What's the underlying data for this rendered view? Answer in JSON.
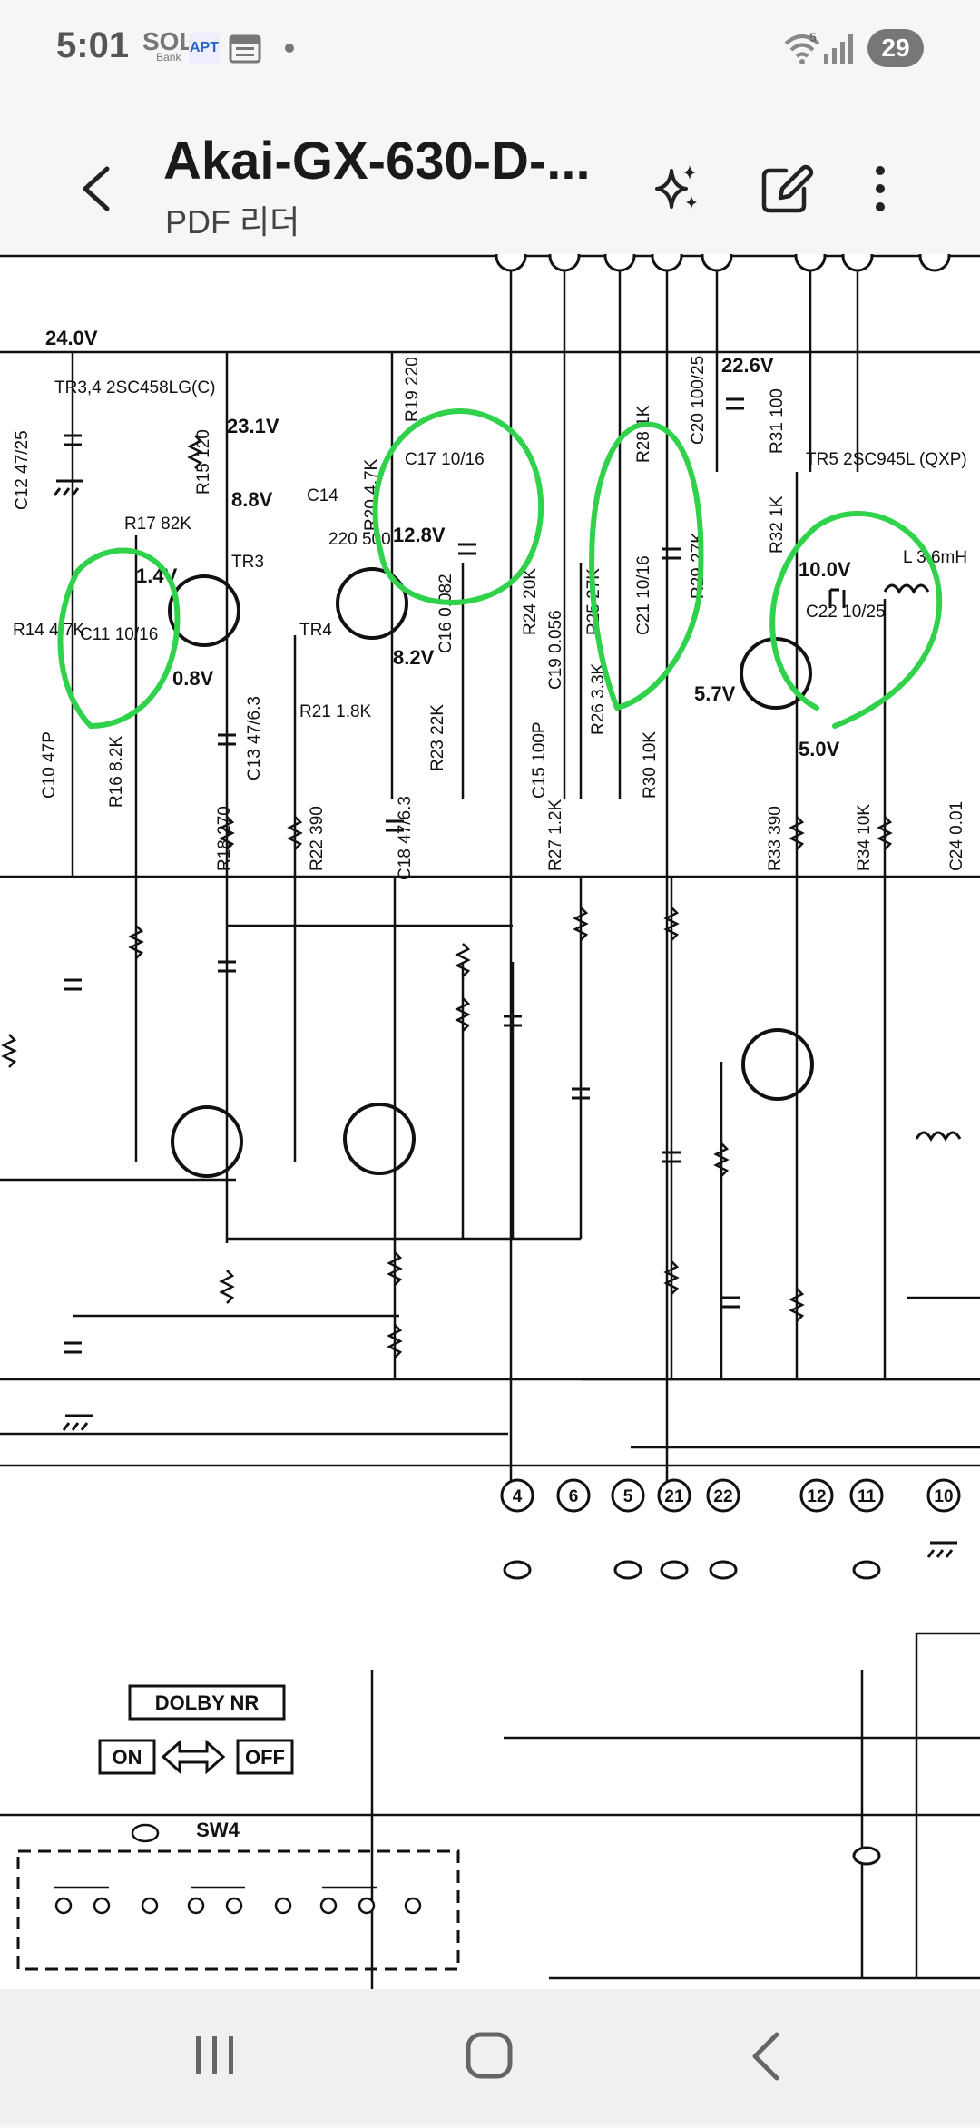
{
  "status_bar": {
    "time": "5:01",
    "notifications": [
      "sol-bank-icon",
      "apt-icon",
      "calendar-icon",
      "dot-icon"
    ],
    "sol_label": "SOL",
    "sol_sub": "Bank",
    "apt_label": "APT",
    "wifi_badge": "5",
    "battery": "29"
  },
  "app_bar": {
    "title": "Akai-GX-630-D-...",
    "subtitle": "PDF 리더",
    "actions": [
      "back-icon",
      "ai-sparkle-icon",
      "edit-icon",
      "more-vert-icon"
    ]
  },
  "document": {
    "voltages": {
      "v24": "24.0V",
      "v231": "23.1V",
      "v88": "8.8V",
      "v14": "1.4V",
      "v08": "0.8V",
      "v128": "12.8V",
      "v82": "8.2V",
      "v226": "22.6V",
      "v100": "10.0V",
      "v57": "5.7V",
      "v50": "5.0V"
    },
    "components": {
      "c12": "C12 47/25",
      "tr34": "TR3,4 2SC458LG(C)",
      "r15": "R15 120",
      "r17": "R17 82K",
      "tr3": "TR3",
      "r14": "R14 4.7K",
      "c11": "C11 10/16",
      "c10": "C10 47P",
      "r16": "R16 8.2K",
      "c13": "C13 47/6.3",
      "r18": "R18 270",
      "r22": "R22 390",
      "r21": "R21 1.8K",
      "c14": "C14",
      "c14v": "220 500",
      "tr4": "TR4",
      "r20": "R20 4.7K",
      "r19": "R19 220",
      "c17": "C17 10/16",
      "c16": "C16 0.082",
      "r23": "R23 22K",
      "c18": "C18 47/6.3",
      "r24": "R24 20K",
      "c19": "C19 0.056",
      "c15": "C15 100P",
      "r27": "R27 1.2K",
      "r25": "R25 27K",
      "r26": "R26 3.3K",
      "c21": "C21 10/16",
      "r28": "R28 1K",
      "r30": "R30 10K",
      "c20": "C20 100/25",
      "r29": "R29 27K",
      "r31": "R31 100",
      "r32": "R32 1K",
      "tr5": "TR5 2SC945L (QXP)",
      "c22": "C22 10/25",
      "l": "L 3.6mH",
      "r33": "R33 390",
      "r34": "R34 10K",
      "c24": "C24 0.01"
    },
    "connectors": [
      "4",
      "6",
      "5",
      "21",
      "22",
      "12",
      "11",
      "10"
    ],
    "dolby": {
      "label": "DOLBY NR",
      "on": "ON",
      "off": "OFF",
      "switch": "SW4"
    }
  },
  "nav_bar": {
    "buttons": [
      "recents-icon",
      "home-icon",
      "back-nav-icon"
    ]
  }
}
